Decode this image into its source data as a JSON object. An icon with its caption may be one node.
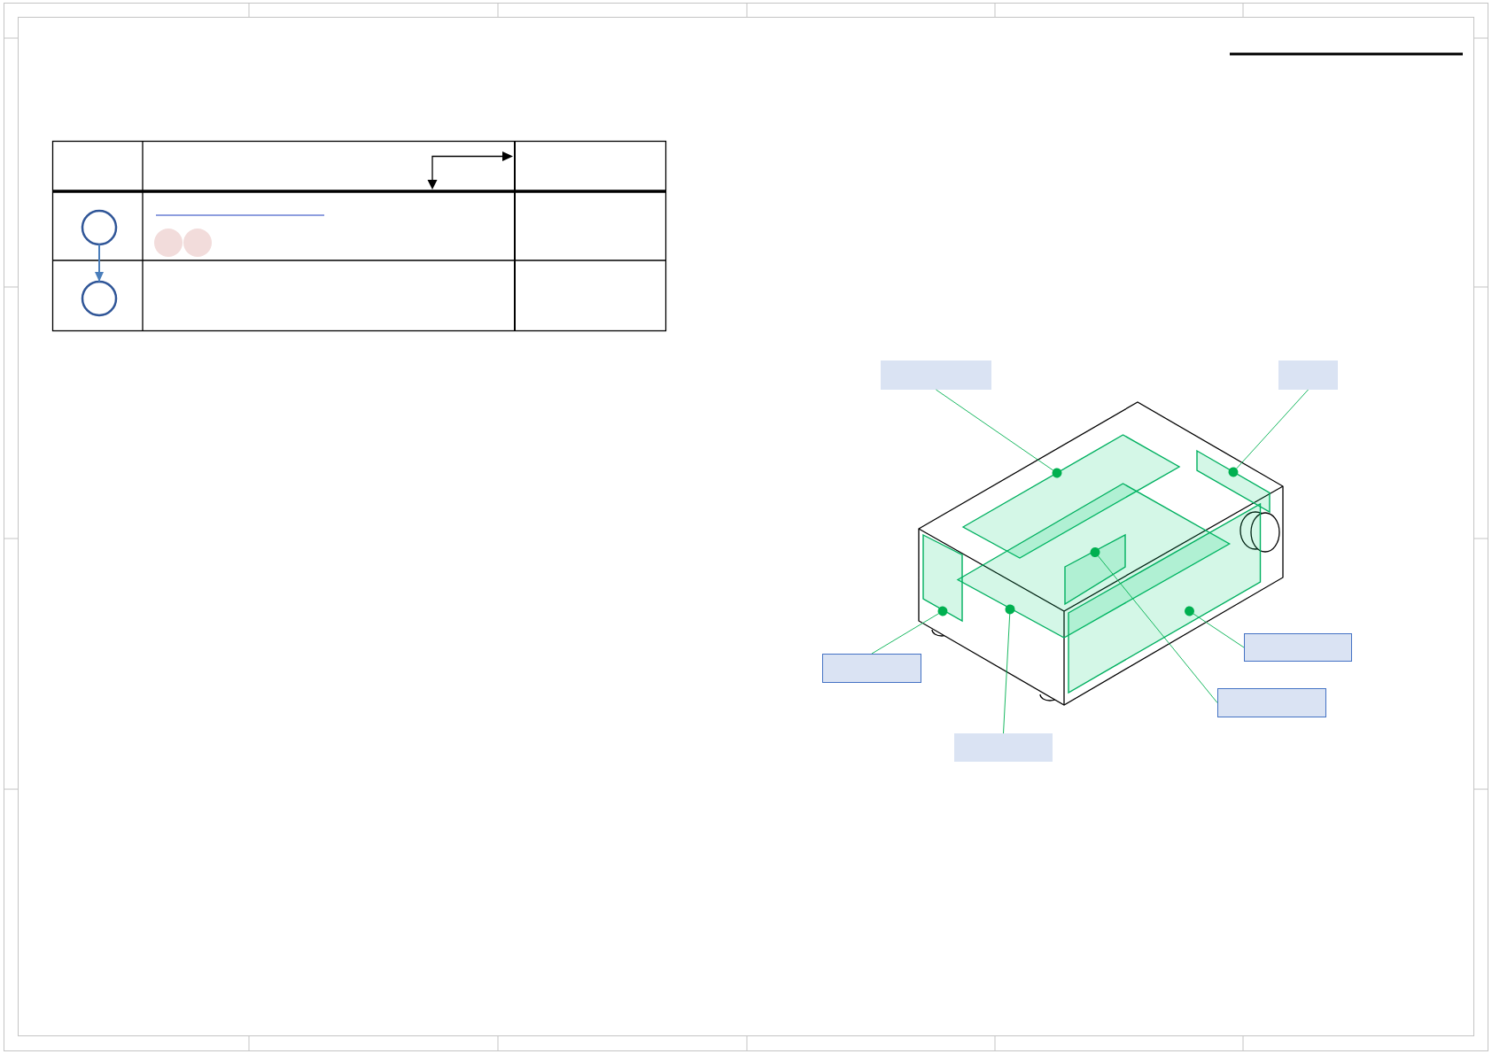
{
  "diagram": {
    "nodes": [
      {
        "text": [],
        "shape": "circle"
      },
      {
        "text": [],
        "shape": "circle"
      },
      {
        "text": [],
        "shape": "box"
      },
      {
        "text": [],
        "shape": "box"
      },
      {
        "text": [],
        "shape": "parallelogram"
      },
      {
        "text": [],
        "shape": "parallelogram"
      },
      {
        "text": [],
        "shape": "parallelogram"
      },
      {
        "text": [],
        "shape": "parallelogram"
      },
      {
        "text": [],
        "shape": "parallelogram",
        "in": 6
      },
      {
        "text": [],
        "shape": "parallelogram"
      },
      {
        "text": [],
        "shape": "box"
      },
      {
        "text": [],
        "shape": "box"
      },
      {
        "text": [],
        "shape": "box"
      },
      {
        "text": [],
        "shape": "box"
      }
    ],
    "edges": [
      {
        "from": 0,
        "to": 1,
        "arrow": "to",
        "color": "#4a7ebb"
      },
      {
        "from": 2,
        "to": 4,
        "arrow": "other"
      },
      {
        "from": 3,
        "to": 5,
        "arrow": "other"
      },
      {
        "from": 10,
        "to": 7,
        "arrow": "other"
      },
      {
        "from": 11,
        "to": 9,
        "arrow": "other"
      },
      {
        "from": 12,
        "to": 8,
        "arrow": "other"
      },
      {
        "from": 13,
        "to": 6,
        "arrow": "other"
      }
    ]
  }
}
